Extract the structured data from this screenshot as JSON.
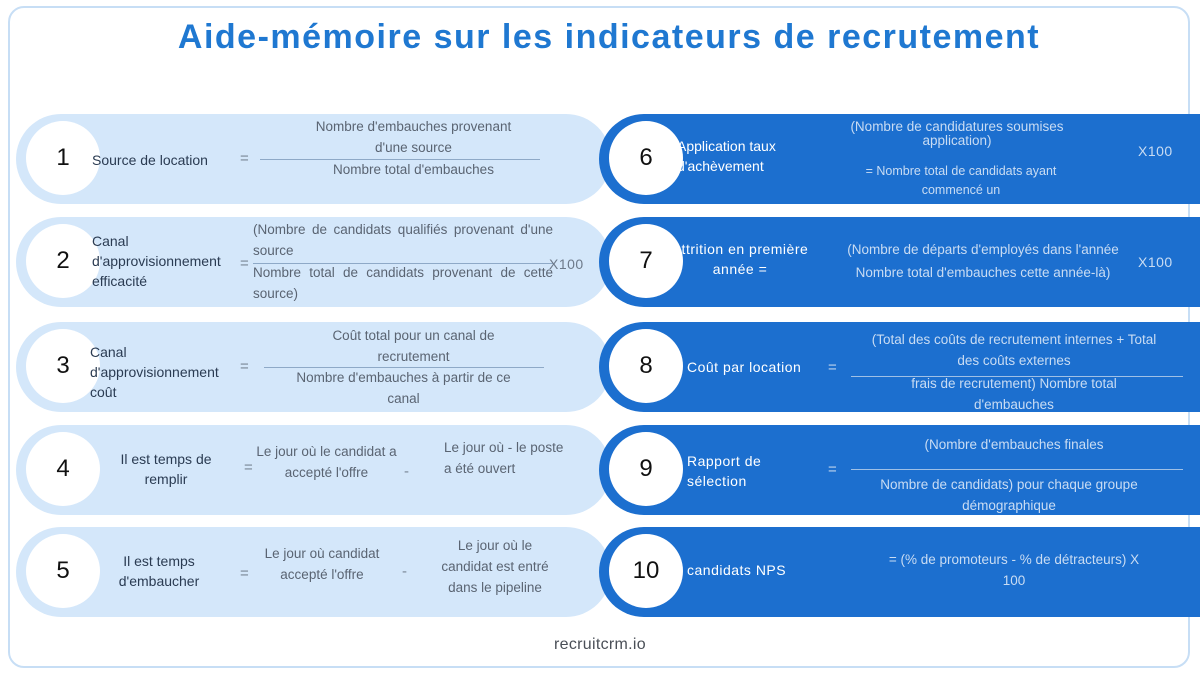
{
  "title": "Aide-mémoire sur les indicateurs de recrutement",
  "footer": "recruitcrm.io",
  "colors": {
    "title": "#1f78d1",
    "card_light": "#d4e7fa",
    "card_dark": "#1c6fcf"
  },
  "left": [
    {
      "num": "1",
      "label": "Source de location",
      "eq": "=",
      "numerator": "Nombre d'embauches provenant d'une source",
      "denominator": "Nombre total d'embauches"
    },
    {
      "num": "2",
      "label": "Canal d'approvisionnement efficacité",
      "eq": "=",
      "numerator": "(Nombre de candidats qualifiés provenant d'une source",
      "denominator": "Nombre total de candidats provenant de cette source)",
      "x100": "X100"
    },
    {
      "num": "3",
      "label": "Canal d'approvisionnement coût",
      "eq": "=",
      "numerator": "Coût total pour un canal de recrutement",
      "denominator": "Nombre d'embauches à partir de ce canal"
    },
    {
      "num": "4",
      "label": "Il est temps de remplir",
      "eq": "=",
      "part1": "Le jour où le candidat a accepté l'offre",
      "minus": "-",
      "part2": "Le jour où - le poste a été ouvert"
    },
    {
      "num": "5",
      "label": "Il est temps d'embaucher",
      "eq": "=",
      "part1": "Le jour où candidat accepté l'offre",
      "minus": "-",
      "part2": "Le jour où le candidat est entré dans le pipeline"
    }
  ],
  "right": [
    {
      "num": "6",
      "label": "Application taux d'achèvement",
      "numerator": "(Nombre de candidatures soumises application)",
      "denominator": "= Nombre total de candidats ayant commencé un",
      "x100": "X100"
    },
    {
      "num": "7",
      "label": "Attrition en première année =",
      "numerator": "(Nombre de départs d'employés dans l'année",
      "denominator": "Nombre total d'embauches cette année-là)",
      "x100": "X100"
    },
    {
      "num": "8",
      "label": "Coût par location",
      "eq": "=",
      "numerator": "(Total des coûts de recrutement internes + Total des coûts externes",
      "denominator": "frais de recrutement) Nombre total d'embauches"
    },
    {
      "num": "9",
      "label": "Rapport de sélection",
      "eq": "=",
      "numerator": "(Nombre d'embauches finales",
      "denominator": "Nombre de candidats) pour chaque groupe démographique"
    },
    {
      "num": "10",
      "label": "candidats NPS",
      "formula": "= (% de promoteurs - % de détracteurs) X 100"
    }
  ]
}
